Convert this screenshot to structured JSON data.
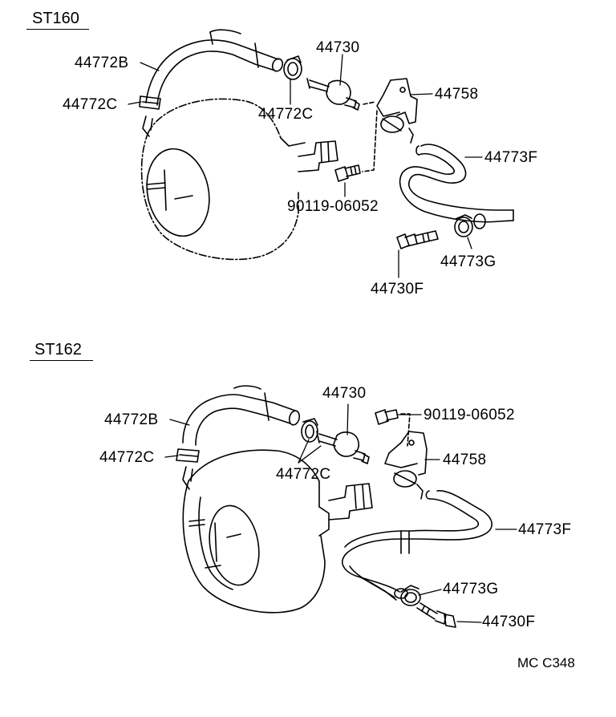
{
  "sections": {
    "top": {
      "title": "ST160",
      "labels": {
        "l44772b": "44772B",
        "l44772c_left": "44772C",
        "l44730": "44730",
        "l44772c_mid": "44772C",
        "l44758": "44758",
        "l44773f": "44773F",
        "l90119": "90119-06052",
        "l44773g": "44773G",
        "l44730f": "44730F"
      }
    },
    "bottom": {
      "title": "ST162",
      "labels": {
        "l44772b": "44772B",
        "l44772c_left": "44772C",
        "l44730": "44730",
        "l90119": "90119-06052",
        "l44758": "44758",
        "l44772c_mid": "44772C",
        "l44773f": "44773F",
        "l44773g": "44773G",
        "l44730f": "44730F"
      }
    }
  },
  "drawing_code": "MC C348",
  "colors": {
    "ink": "#000000",
    "paper": "#ffffff"
  }
}
